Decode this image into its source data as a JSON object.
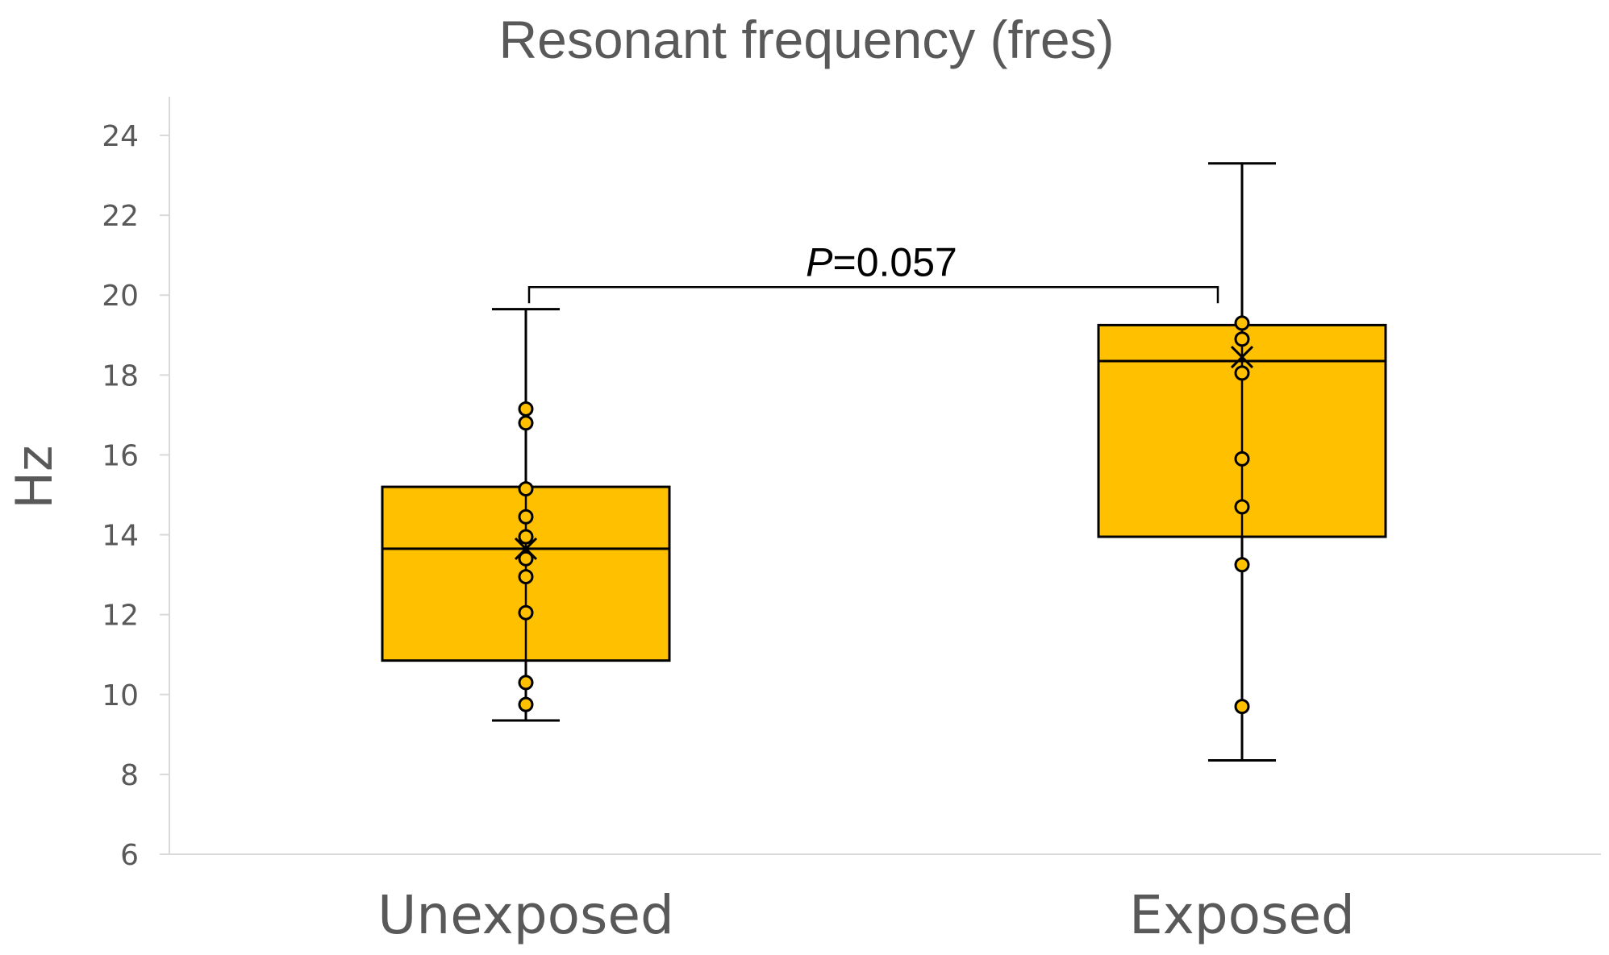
{
  "chart_data": {
    "type": "box",
    "title": "Resonant frequency (fres)",
    "xlabel": "",
    "ylabel": "Hz",
    "ylim": [
      6,
      24
    ],
    "yticks": [
      6,
      8,
      10,
      12,
      14,
      16,
      18,
      20,
      22,
      24
    ],
    "grid": false,
    "legend": "none",
    "colors": {
      "box_fill": "#FFC000",
      "stroke": "#000000",
      "axis": "#d9d9d9",
      "text": "#595959"
    },
    "categories": [
      "Unexposed",
      "Exposed"
    ],
    "boxes": [
      {
        "category": "Unexposed",
        "min": 9.35,
        "q1": 10.85,
        "median": 13.65,
        "q3": 15.2,
        "max": 19.65,
        "mean": 13.65,
        "points": [
          17.15,
          16.8,
          15.15,
          14.45,
          13.95,
          13.4,
          12.95,
          12.05,
          10.3,
          9.75
        ]
      },
      {
        "category": "Exposed",
        "min": 8.35,
        "q1": 13.95,
        "median": 18.35,
        "q3": 19.25,
        "max": 23.3,
        "mean": 18.45,
        "points": [
          19.3,
          18.9,
          18.05,
          15.9,
          14.7,
          13.25,
          9.7
        ]
      }
    ],
    "annotations": [
      {
        "italic": "P",
        "text": "=0.057",
        "between": [
          "Unexposed",
          "Exposed"
        ],
        "y": 20.2
      }
    ]
  }
}
